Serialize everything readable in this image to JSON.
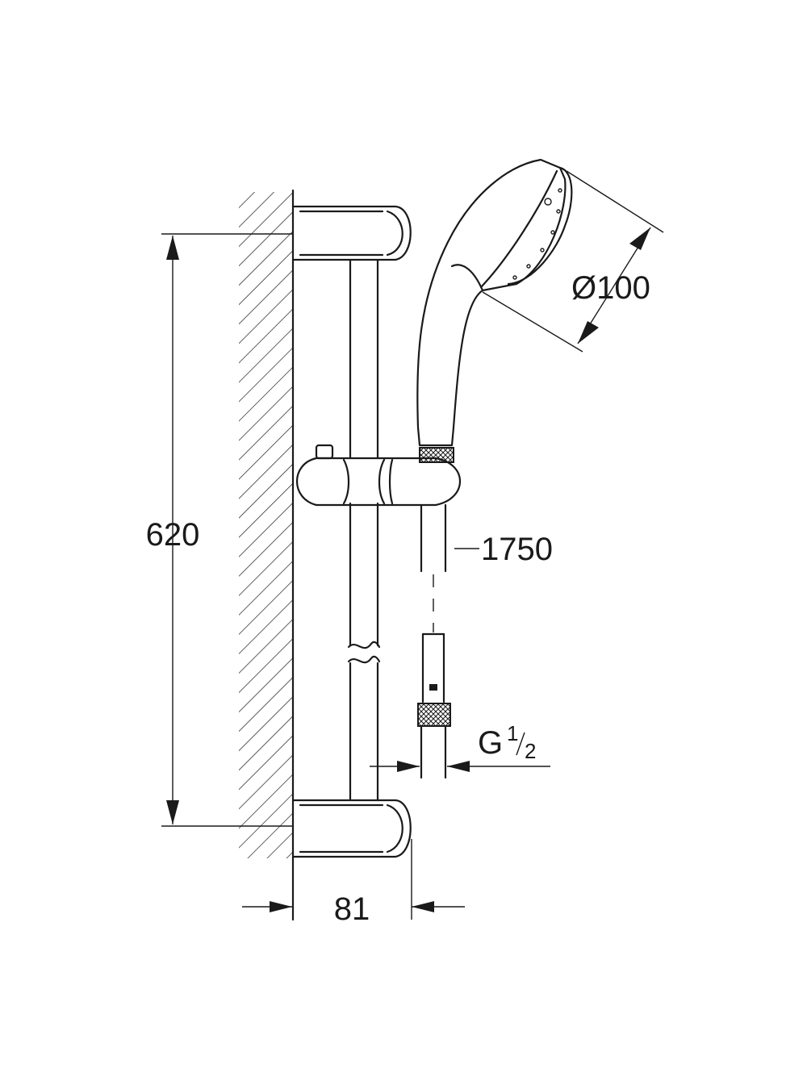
{
  "dimensions": {
    "bar_length": "620",
    "handshower_diameter": "Ø100",
    "hose_length": "1750",
    "thread_main": "G",
    "thread_numerator": "1",
    "thread_denominator": "2",
    "wall_projection": "81"
  }
}
